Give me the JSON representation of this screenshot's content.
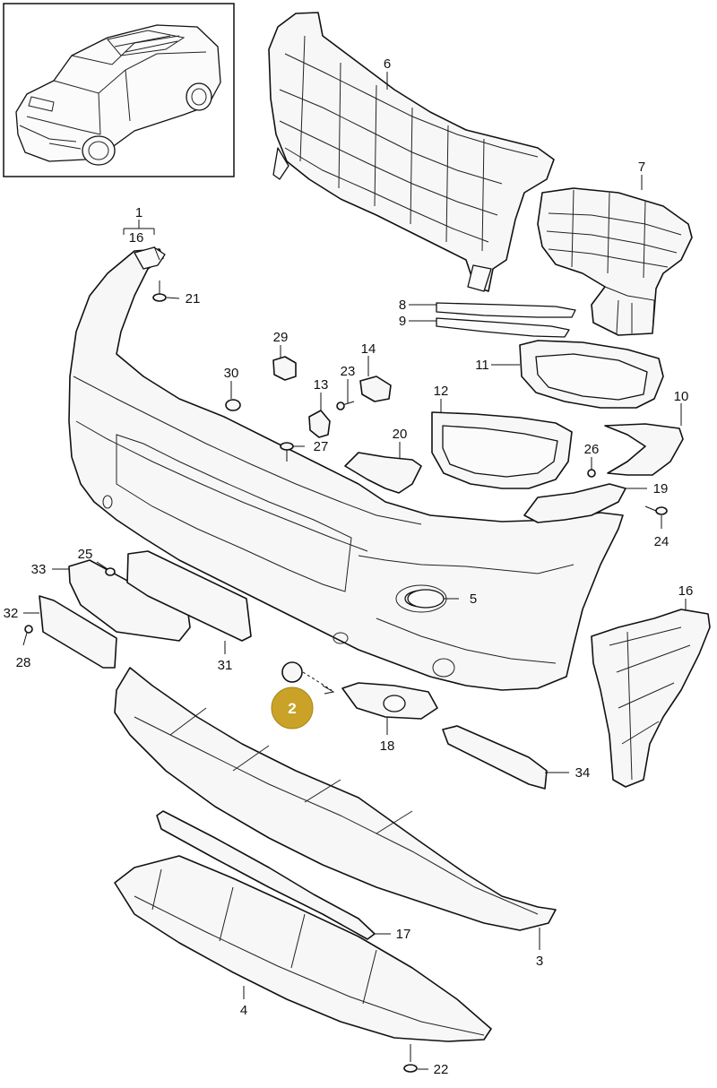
{
  "colors": {
    "line": "#111111",
    "part_fill": "#f7f7f7",
    "highlight": "#c9a227",
    "highlight_text": "#ffffff"
  },
  "highlighted_part": "2",
  "callouts": [
    {
      "id": "c1",
      "label": "1"
    },
    {
      "id": "c16a",
      "label": "16"
    },
    {
      "id": "c6",
      "label": "6"
    },
    {
      "id": "c7",
      "label": "7"
    },
    {
      "id": "c8",
      "label": "8"
    },
    {
      "id": "c9",
      "label": "9"
    },
    {
      "id": "c21",
      "label": "21"
    },
    {
      "id": "c29",
      "label": "29"
    },
    {
      "id": "c14",
      "label": "14"
    },
    {
      "id": "c30",
      "label": "30"
    },
    {
      "id": "c23",
      "label": "23"
    },
    {
      "id": "c13",
      "label": "13"
    },
    {
      "id": "c11",
      "label": "11"
    },
    {
      "id": "c12",
      "label": "12"
    },
    {
      "id": "c10",
      "label": "10"
    },
    {
      "id": "c20",
      "label": "20"
    },
    {
      "id": "c27",
      "label": "27"
    },
    {
      "id": "c26",
      "label": "26"
    },
    {
      "id": "c19",
      "label": "19"
    },
    {
      "id": "c24",
      "label": "24"
    },
    {
      "id": "c25",
      "label": "25"
    },
    {
      "id": "c33",
      "label": "33"
    },
    {
      "id": "c5",
      "label": "5"
    },
    {
      "id": "c16b",
      "label": "16"
    },
    {
      "id": "c32",
      "label": "32"
    },
    {
      "id": "c28",
      "label": "28"
    },
    {
      "id": "c31",
      "label": "31"
    },
    {
      "id": "c18",
      "label": "18"
    },
    {
      "id": "c34",
      "label": "34"
    },
    {
      "id": "c17",
      "label": "17"
    },
    {
      "id": "c3",
      "label": "3"
    },
    {
      "id": "c4",
      "label": "4"
    },
    {
      "id": "c22",
      "label": "22"
    }
  ]
}
